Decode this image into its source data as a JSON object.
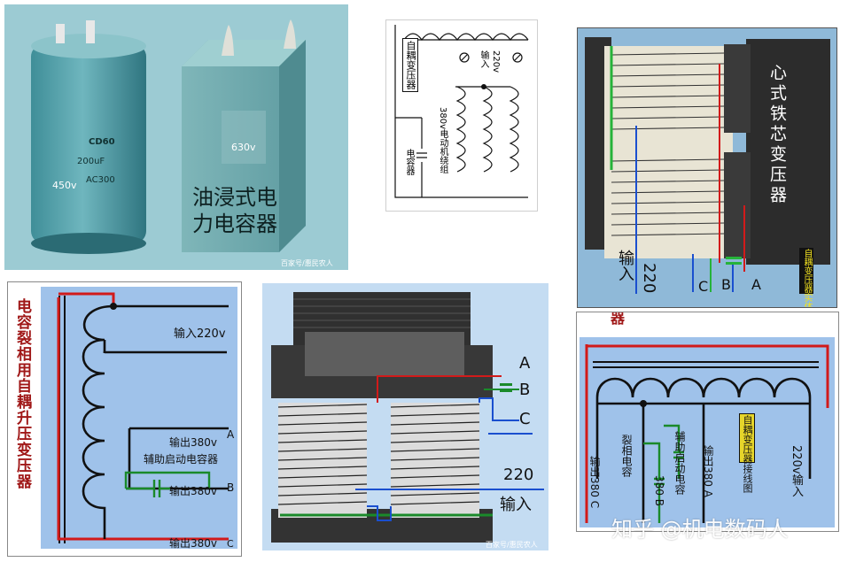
{
  "photo": {
    "cap1_brand": "CD60",
    "cap1_spec": "200uF",
    "cap1_ac": "AC300",
    "cap1_voltage": "450v",
    "cap2_voltage": "630v",
    "cap2_title_line1": "油浸式电",
    "cap2_title_line2": "力电容器",
    "watermark": "百家号/惠民农人"
  },
  "schematic": {
    "autotransformer": "自耦变压器",
    "input": "输入",
    "v220": "220v",
    "winding": "380v电动机绕组",
    "capacitor": "电容器"
  },
  "core_photo": {
    "title": "心式铁芯变压器",
    "input": "输入",
    "v220": "220",
    "A": "A",
    "B": "B",
    "C": "C",
    "badge": "自耦变压器实体图"
  },
  "left_diagram": {
    "side_title": "电容裂相用自耦升压变压器",
    "input": "输入220v",
    "outA": "输出380v",
    "A": "A",
    "cap_label": "辅助启动电容器",
    "outB": "输出380v",
    "B": "B",
    "outC": "输出380v",
    "C": "C"
  },
  "center_diagram": {
    "A": "A",
    "B": "B",
    "C": "C",
    "v220": "220",
    "input": "输入",
    "watermark": "百家号/惠民农人"
  },
  "right_diagram": {
    "top_title": "电容裂相用自耦升压变压器",
    "badge": "自耦变压器接线图",
    "out380A": "输出380 A",
    "aux_cap": "辅助启动电容",
    "split_cap": "裂相电容",
    "out380C": "输出380 C",
    "b380": "380 B",
    "input220": "220v输入"
  },
  "brand": {
    "watermark": "知乎 @机电数码人"
  }
}
